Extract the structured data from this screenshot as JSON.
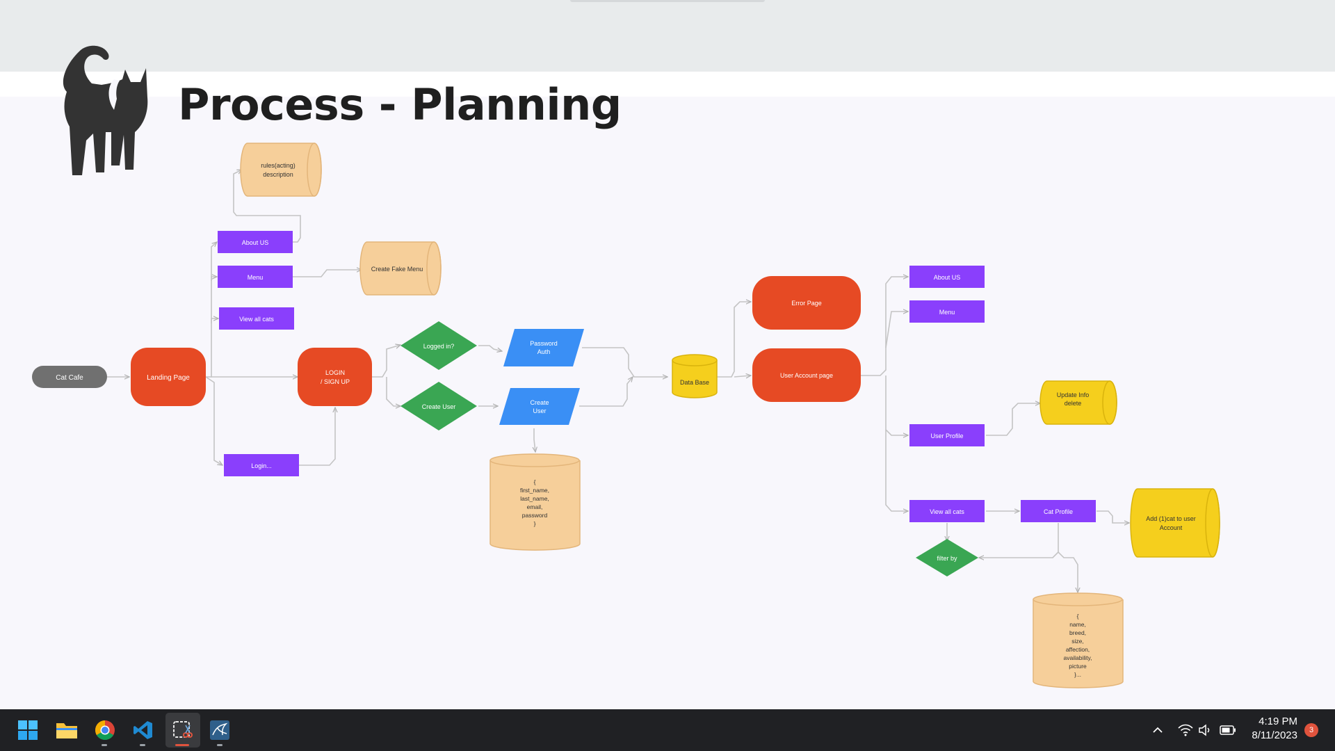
{
  "slide": {
    "title": "Process - Planning"
  },
  "nodes": {
    "cat_cafe": "Cat Cafe",
    "landing_page": "Landing Page",
    "about_us_left": "About US",
    "menu_left": "Menu",
    "view_all_cats_left": "View all cats",
    "login_ellipsis": "Login...",
    "rules_db": [
      "rules(acting)",
      "description"
    ],
    "fake_menu_db": "Create Fake Menu",
    "login_signup": [
      "LOGIN",
      "/ SIGN UP"
    ],
    "logged_in": "Logged in?",
    "create_user_decision": "Create User",
    "password_auth": [
      "Password",
      "Auth"
    ],
    "create_user_io": [
      "Create",
      "User"
    ],
    "user_fields_db": [
      "{",
      "first_name,",
      "last_name,",
      "email,",
      "password",
      "}"
    ],
    "database": "Data Base",
    "error_page": "Error Page",
    "user_account_page": "User Account page",
    "about_us_right": "About US",
    "menu_right": "Menu",
    "user_profile": "User Profile",
    "update_info_db": [
      "Update Info",
      "delete"
    ],
    "view_all_cats_right": "View all cats",
    "cat_profile": "Cat Profile",
    "add_cat_db": [
      "Add (1)cat to user",
      "Account"
    ],
    "filter_by": "filter by",
    "cat_fields_db": [
      "{",
      "name,",
      "breed,",
      "size,",
      "affection,",
      "availability,",
      "picture",
      "}..."
    ]
  },
  "colors": {
    "terminal_gray": "#707070",
    "page_red": "#e64a24",
    "action_purple": "#8a3ffc",
    "decision_green": "#3aa653",
    "io_blue": "#3a8ff5",
    "store_tan": "#f6cf9a",
    "store_yellow": "#f5cf1d",
    "connector": "#c4c4c4",
    "taskbar": "#202124"
  },
  "taskbar": {
    "apps": [
      "start-menu",
      "file-explorer",
      "chrome",
      "vs-code",
      "snipping-tool",
      "mysql-workbench"
    ],
    "time": "4:19 PM",
    "date": "8/11/2023",
    "notification_count": "3"
  }
}
